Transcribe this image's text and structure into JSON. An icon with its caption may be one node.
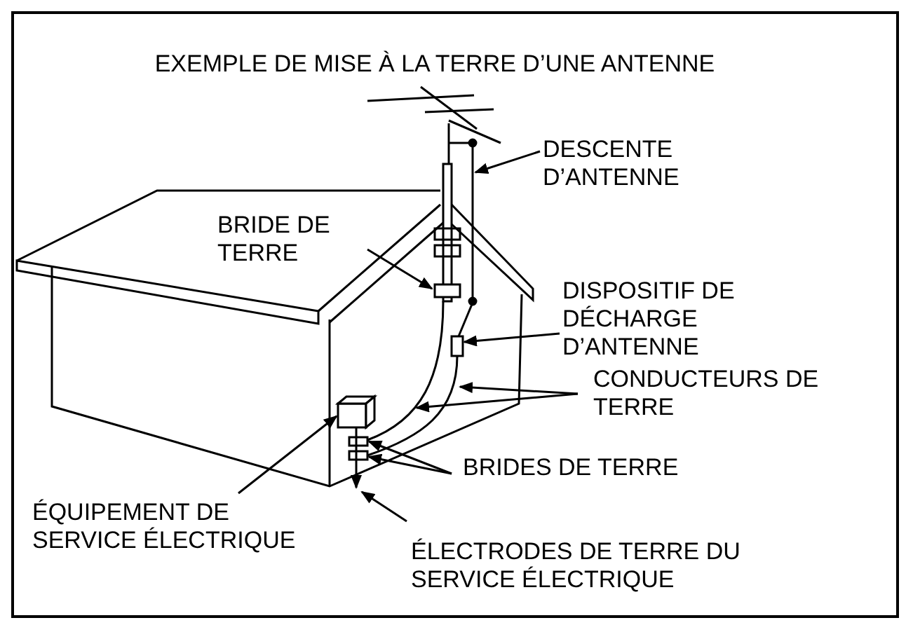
{
  "diagram": {
    "title": "EXEMPLE DE MISE À LA TERRE D’UNE ANTENNE",
    "nodes": [
      {
        "text": [
          "DESCENTE D’ANTENNE"
        ]
      },
      {
        "text": [],
        "shape": "wire"
      },
      {
        "text": [
          "BRIDE DE TERRE"
        ]
      },
      {
        "text": [],
        "shape": "box"
      },
      {
        "text": [
          "DISPOSITIF DE DÉCHARGE D’ANTENNE"
        ]
      },
      {
        "text": [],
        "shape": "box"
      },
      {
        "text": [
          "CONDUCTEURS DE TERRE"
        ]
      },
      {
        "text": [],
        "shape": "wire"
      },
      {
        "text": [],
        "shape": "wire"
      },
      {
        "text": [
          "BRIDES DE TERRE"
        ]
      },
      {
        "text": [],
        "shape": "box"
      },
      {
        "text": [],
        "shape": "box"
      },
      {
        "text": [
          "ÉQUIPEMENT DE SERVICE ÉLECTRIQUE"
        ]
      },
      {
        "text": [],
        "shape": "box"
      },
      {
        "text": [
          "ÉLECTRODES DE TERRE DU SERVICE ÉLECTRIQUE"
        ]
      },
      {
        "text": [],
        "shape": "rod"
      }
    ],
    "edges": [
      {
        "from": 0,
        "to": 1,
        "arrow": "to"
      },
      {
        "from": 2,
        "to": 3,
        "arrow": "to"
      },
      {
        "from": 4,
        "to": 5,
        "arrow": "to"
      },
      {
        "from": 6,
        "to": 8,
        "arrow": "to"
      },
      {
        "from": 6,
        "to": 7,
        "arrow": "to"
      },
      {
        "from": 9,
        "to": 10,
        "arrow": "to"
      },
      {
        "from": 9,
        "to": 11,
        "arrow": "to"
      },
      {
        "from": 12,
        "to": 13,
        "arrow": "to"
      },
      {
        "from": 14,
        "to": 15,
        "arrow": "to"
      }
    ]
  }
}
